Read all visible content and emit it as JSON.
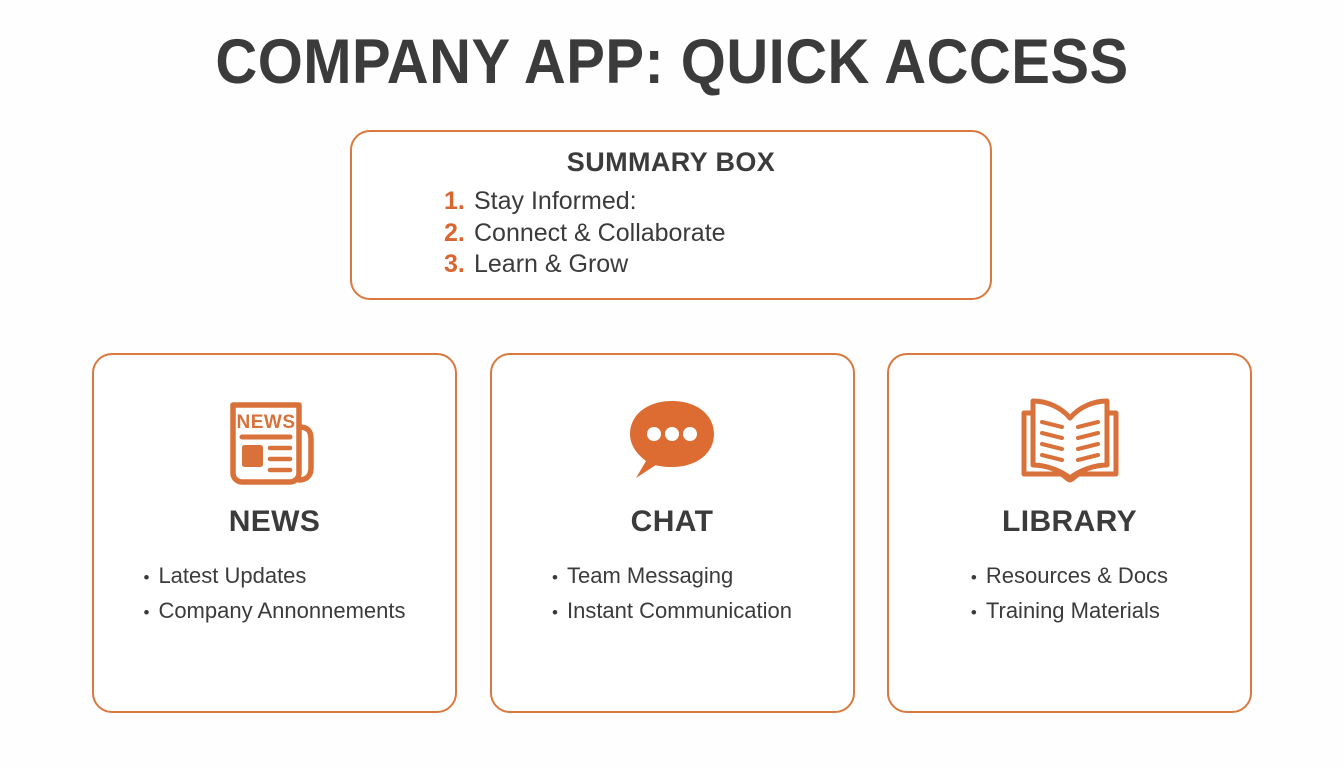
{
  "slide": {
    "title": "COMPANY APP: QUICK ACCESS",
    "background_color": "#fefefe",
    "accent_color": "#d9793f",
    "number_color": "#d9662e",
    "text_color": "#3b3b3b"
  },
  "summary": {
    "heading": "SUMMARY BOX",
    "items": [
      {
        "number": "1.",
        "label": "Stay Informed:"
      },
      {
        "number": "2.",
        "label": "Connect & Collaborate"
      },
      {
        "number": "3.",
        "label": "Learn & Grow"
      }
    ]
  },
  "cards": [
    {
      "icon": "newspaper-icon",
      "icon_label": "NEWS",
      "title": "NEWS",
      "bullet": "•",
      "items": [
        {
          "label": "Latest Updates"
        },
        {
          "label": "Company Annonnements"
        }
      ]
    },
    {
      "icon": "speech-bubble-icon",
      "title": "CHAT",
      "bullet": "•",
      "items": [
        {
          "label": "Team Messaging"
        },
        {
          "label": "Instant Communication"
        }
      ]
    },
    {
      "icon": "open-book-icon",
      "title": "LIBRARY",
      "bullet": "•",
      "items": [
        {
          "label": "Resources & Docs"
        },
        {
          "label": "Training Materials"
        }
      ]
    }
  ]
}
